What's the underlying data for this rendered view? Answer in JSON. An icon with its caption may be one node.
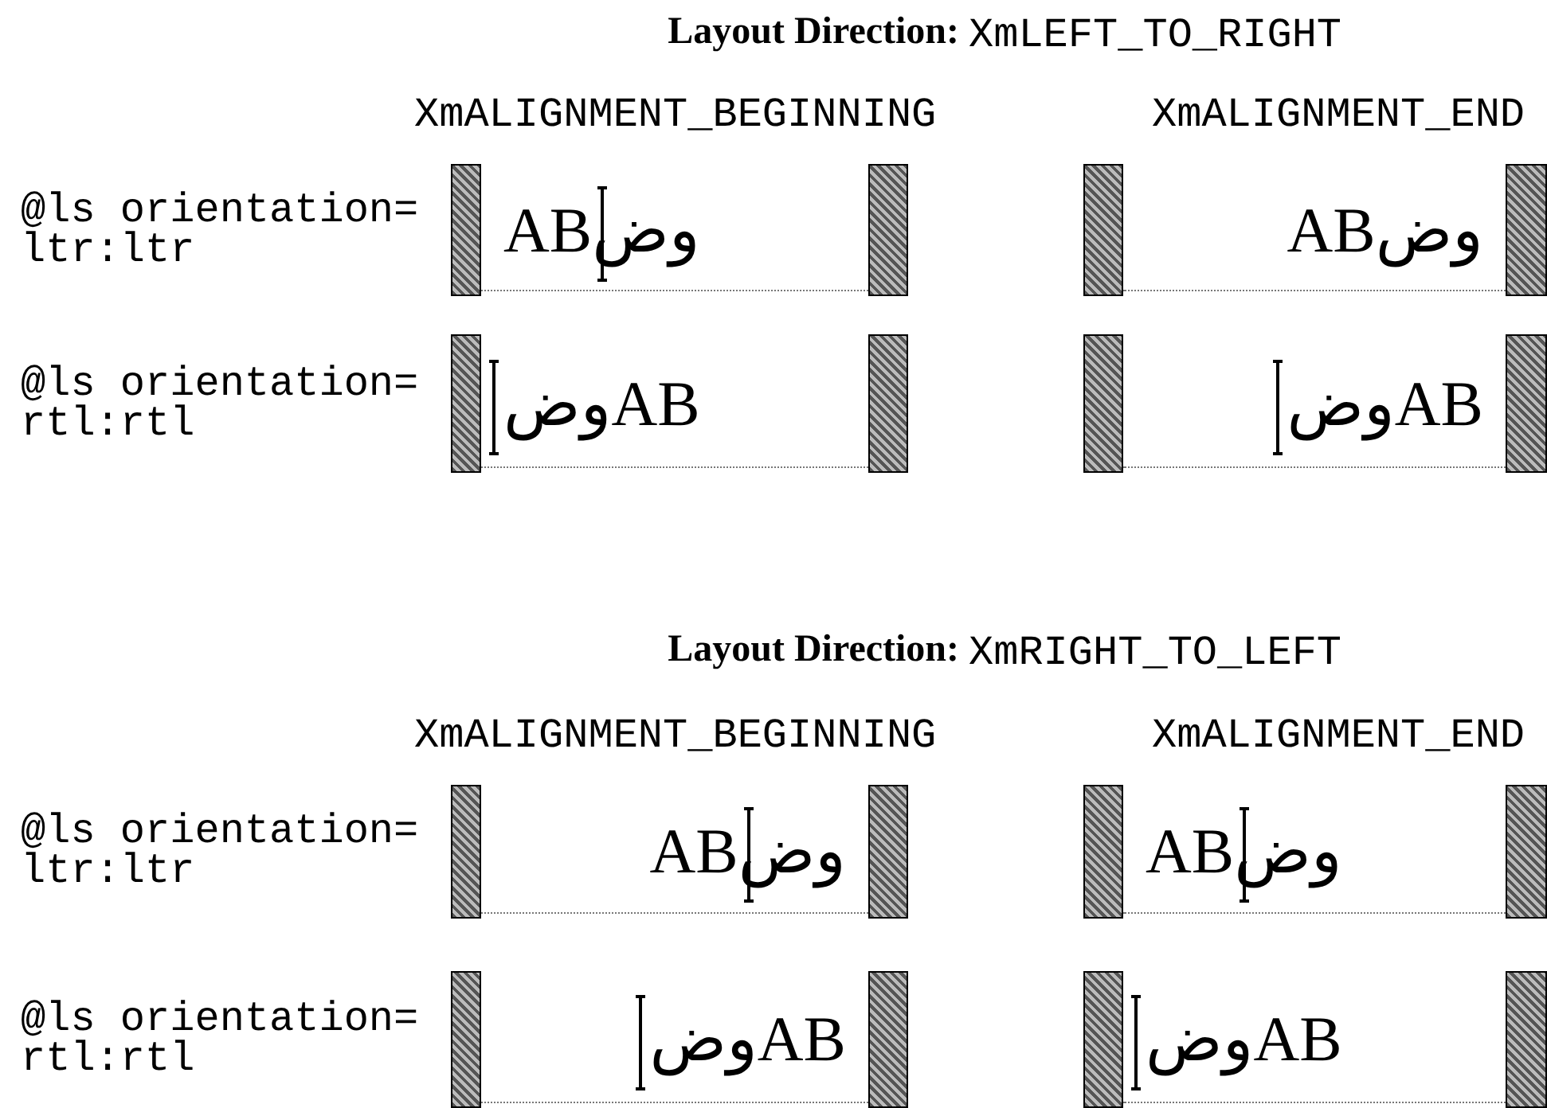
{
  "diagram": {
    "nodes": [
      {
        "text": [
          "ABوض"
        ]
      },
      {
        "text": [
          "ABوض"
        ]
      },
      {
        "text": [
          "وضAB"
        ]
      },
      {
        "text": [
          "وضAB"
        ]
      },
      {
        "text": [
          "ABوض"
        ]
      },
      {
        "text": [
          "ABوض"
        ]
      },
      {
        "text": [
          "وضAB"
        ]
      },
      {
        "text": [
          "وضAB"
        ]
      }
    ],
    "labels": [
      "Layout Direction:",
      "XmLEFT_TO_RIGHT",
      "XmALIGNMENT_BEGINNING",
      "XmALIGNMENT_END",
      "@ls orientation= ltr:ltr",
      "@ls orientation= rtl:rtl",
      "Layout Direction:",
      "XmRIGHT_TO_LEFT",
      "XmALIGNMENT_BEGINNING",
      "XmALIGNMENT_END",
      "@ls orientation= ltr:ltr",
      "@ls orientation= rtl:rtl"
    ]
  }
}
